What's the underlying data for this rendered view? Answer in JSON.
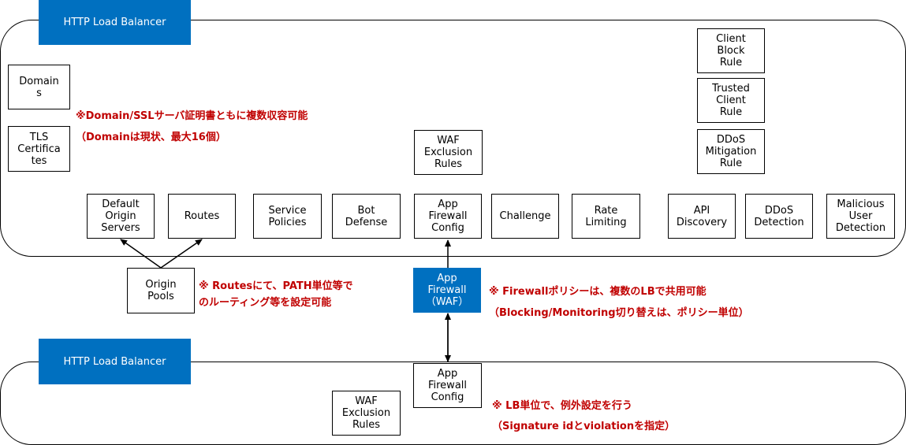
{
  "top": {
    "title": "HTTP Load Balancer",
    "domains": "Domain\ns",
    "tls": "TLS\nCertifica\ntes",
    "note_domain_1": "※Domain/SSLサーバ証明書ともに複数収容可能",
    "note_domain_2": "（Domainは現状、最大16個）",
    "waf_exclusion": "WAF\nExclusion\nRules",
    "client_block": "Client\nBlock\nRule",
    "trusted_client": "Trusted\nClient\nRule",
    "ddos_mitigation": "DDoS\nMitigation\nRule",
    "default_origin": "Default\nOrigin\nServers",
    "routes": "Routes",
    "service_policies": "Service\nPolicies",
    "bot_defense": "Bot\nDefense",
    "app_firewall_config": "App\nFirewall\nConfig",
    "challenge": "Challenge",
    "rate_limiting": "Rate\nLimiting",
    "api_discovery": "API\nDiscovery",
    "ddos_detection": "DDoS\nDetection",
    "malicious_user": "Malicious\nUser\nDetection"
  },
  "middle": {
    "origin_pools": "Origin\nPools",
    "note_routes_1": "※ Routesにて、PATH単位等で",
    "note_routes_2": "のルーティング等を設定可能",
    "app_firewall_waf": "App\nFirewall\n（WAF）",
    "note_fw_1": "※ Firewallポリシーは、複数のLBで共用可能",
    "note_fw_2": "（Blocking/Monitoring切り替えは、ポリシー単位）"
  },
  "bottom": {
    "title": "HTTP Load Balancer",
    "app_firewall_config": "App\nFirewall\nConfig",
    "waf_exclusion": "WAF\nExclusion\nRules",
    "note_lb_1": "※ LB単位で、例外設定を行う",
    "note_lb_2": "（Signature idとviolationを指定）"
  },
  "colors": {
    "accent_blue": "#0070C0",
    "note_red": "#C00000"
  }
}
